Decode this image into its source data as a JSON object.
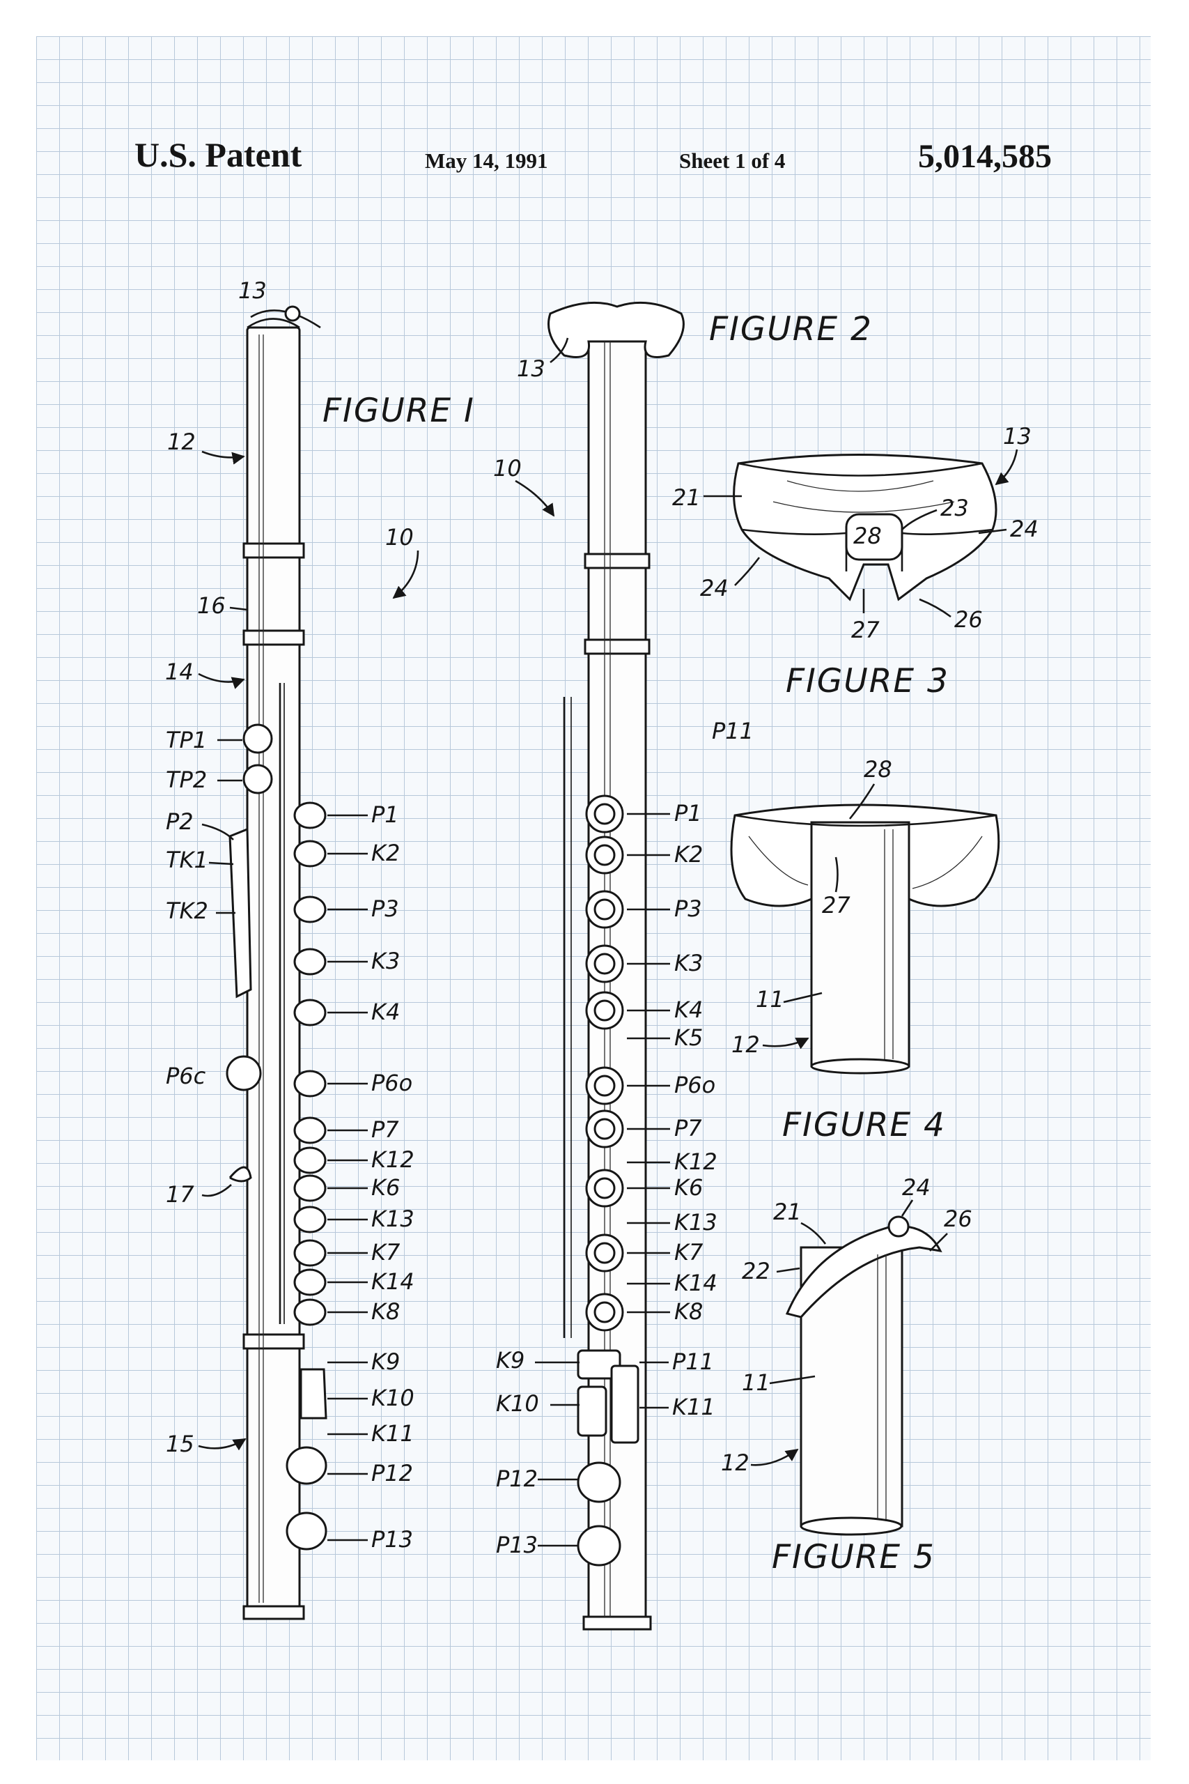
{
  "header": {
    "left": "U.S. Patent",
    "date": "May 14, 1991",
    "sheet": "Sheet 1 of 4",
    "number": "5,014,585"
  },
  "figures": {
    "fig1": "FIGURE I",
    "fig2": "FIGURE 2",
    "fig3": "FIGURE 3",
    "fig4": "FIGURE 4",
    "fig5": "FIGURE 5"
  },
  "fig1_labels": {
    "left": [
      "13",
      "12",
      "16",
      "14",
      "TP1",
      "TP2",
      "P2",
      "TK1",
      "TK2",
      "P6c",
      "17",
      "15"
    ],
    "right": [
      "P1",
      "K2",
      "P3",
      "K3",
      "K4",
      "P6o",
      "P7",
      "K12",
      "K6",
      "K13",
      "K7",
      "K14",
      "K8",
      "K9",
      "K10",
      "K11",
      "P12",
      "P13"
    ],
    "ref": "10"
  },
  "fig2_labels": {
    "top": [
      "13",
      "10"
    ],
    "right": [
      "P1",
      "K2",
      "P3",
      "K3",
      "K4",
      "K5",
      "P6o",
      "P7",
      "K12",
      "K6",
      "K13",
      "K7",
      "K14",
      "K8"
    ],
    "foot_right": [
      "P11",
      "K11"
    ],
    "foot_left": [
      "K9",
      "K10",
      "P12",
      "P13"
    ]
  },
  "fig3_labels": [
    "13",
    "21",
    "23",
    "24",
    "28",
    "24",
    "27",
    "26"
  ],
  "fig4_labels": [
    "28",
    "27",
    "11",
    "12"
  ],
  "fig5_labels": [
    "24",
    "21",
    "26",
    "22",
    "11",
    "12"
  ]
}
